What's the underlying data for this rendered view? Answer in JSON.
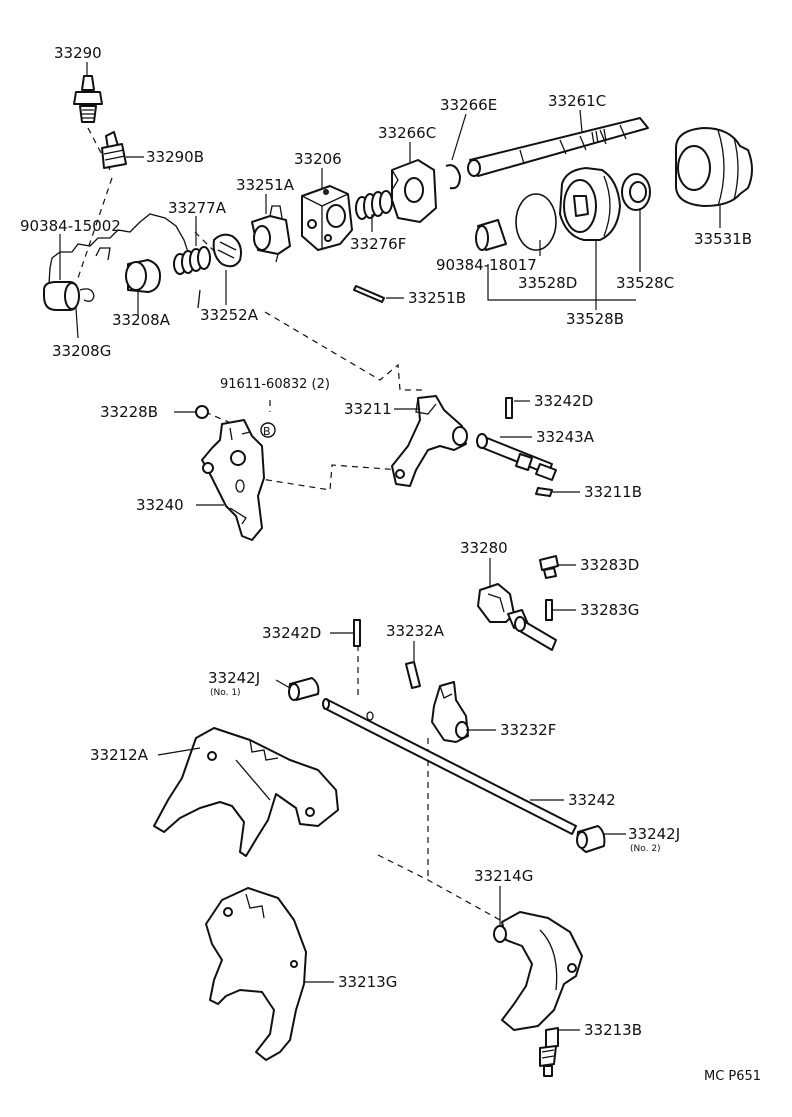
{
  "labels": {
    "p33290": "33290",
    "p33290B": "33290B",
    "p90384_15002": "90384-15002",
    "p33277A": "33277A",
    "p33251A": "33251A",
    "p33206": "33206",
    "p33266C": "33266C",
    "p33266E": "33266E",
    "p33261C": "33261C",
    "p33276F": "33276F",
    "p90384_18017": "90384-18017",
    "p33528D": "33528D",
    "p33528C": "33528C",
    "p33531B": "33531B",
    "p33528B": "33528B",
    "p33208A": "33208A",
    "p33252A": "33252A",
    "p33251B": "33251B",
    "p33208G": "33208G",
    "p91611_60832": "91611-60832 (2)",
    "p33228B": "33228B",
    "bolt_marker": "B",
    "p33211": "33211",
    "p33242D_top": "33242D",
    "p33243A": "33243A",
    "p33240": "33240",
    "p33211B": "33211B",
    "p33280": "33280",
    "p33283D": "33283D",
    "p33283G": "33283G",
    "p33242D_mid": "33242D",
    "p33232A": "33232A",
    "p33242J_1": "33242J",
    "p33242J_1_note": "(No. 1)",
    "p33232F": "33232F",
    "p33212A": "33212A",
    "p33242": "33242",
    "p33242J_2": "33242J",
    "p33242J_2_note": "(No. 2)",
    "p33214G": "33214G",
    "p33213G": "33213G",
    "p33213B": "33213B",
    "diagram_code": "MC P651"
  }
}
